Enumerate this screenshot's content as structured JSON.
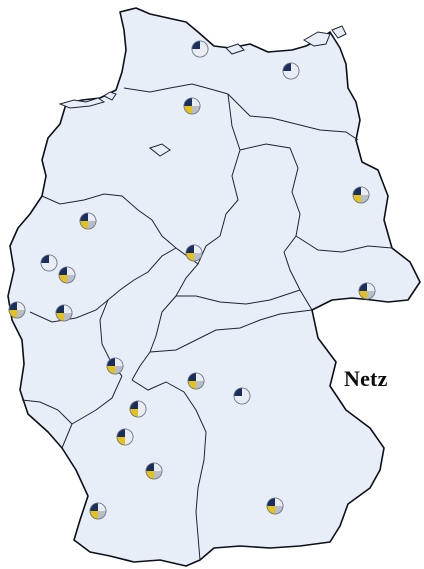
{
  "caption": "Netz",
  "colors": {
    "land": "#e8eef8",
    "border": "#1d2433",
    "navy": "#1a2f5e",
    "yellow": "#e3c21c",
    "gray": "#b9bec6",
    "light": "#e9edf3"
  },
  "legend_segments": [
    "navy",
    "yellow",
    "gray",
    "light"
  ],
  "markers": [
    {
      "id": "kiel",
      "segments": [
        "navy",
        "light",
        "light",
        "light"
      ]
    },
    {
      "id": "rostock",
      "segments": [
        "navy",
        "light",
        "light",
        "light"
      ]
    },
    {
      "id": "hamburg",
      "segments": [
        "navy",
        "yellow",
        "gray",
        "light"
      ]
    },
    {
      "id": "berlin",
      "segments": [
        "navy",
        "yellow",
        "gray",
        "light"
      ]
    },
    {
      "id": "muenster",
      "segments": [
        "navy",
        "yellow",
        "gray",
        "light"
      ]
    },
    {
      "id": "ruhr-half",
      "segments": [
        "navy",
        "light",
        "light",
        "light"
      ]
    },
    {
      "id": "essen",
      "segments": [
        "navy",
        "yellow",
        "gray",
        "light"
      ]
    },
    {
      "id": "aachen",
      "segments": [
        "navy",
        "yellow",
        "gray",
        "light"
      ]
    },
    {
      "id": "bonn",
      "segments": [
        "navy",
        "yellow",
        "gray",
        "light"
      ]
    },
    {
      "id": "goettingen",
      "segments": [
        "navy",
        "yellow",
        "gray",
        "light"
      ]
    },
    {
      "id": "dresden",
      "segments": [
        "navy",
        "yellow",
        "gray",
        "light"
      ]
    },
    {
      "id": "mainz",
      "segments": [
        "navy",
        "yellow",
        "gray",
        "light"
      ]
    },
    {
      "id": "wuerzburg",
      "segments": [
        "navy",
        "yellow",
        "gray",
        "light"
      ]
    },
    {
      "id": "bayreuth",
      "segments": [
        "navy",
        "light",
        "light",
        "light"
      ]
    },
    {
      "id": "mannheim",
      "segments": [
        "navy",
        "yellow",
        "light",
        "light"
      ]
    },
    {
      "id": "karlsruhe",
      "segments": [
        "navy",
        "yellow",
        "light",
        "light"
      ]
    },
    {
      "id": "stuttgart",
      "segments": [
        "navy",
        "yellow",
        "gray",
        "light"
      ]
    },
    {
      "id": "freiburg",
      "segments": [
        "navy",
        "yellow",
        "gray",
        "light"
      ]
    },
    {
      "id": "munich",
      "segments": [
        "navy",
        "yellow",
        "gray",
        "light"
      ]
    }
  ]
}
